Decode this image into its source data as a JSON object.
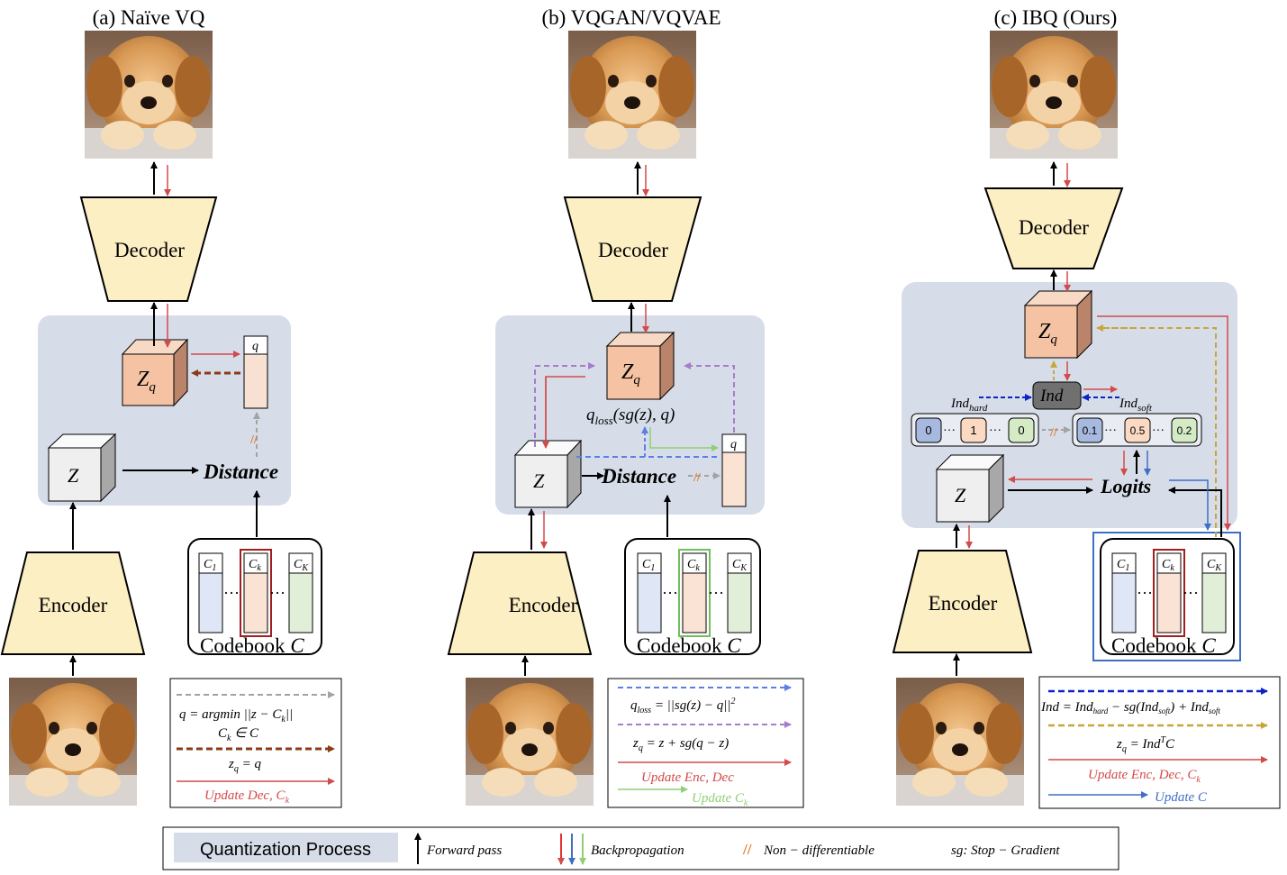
{
  "colors": {
    "panel": "#d6dde8",
    "block": "#fdefc4",
    "cube_z_front": "#efefef",
    "cube_zq_front": "#f5c3a4",
    "forward": "#000000",
    "update": "#d24a4a",
    "stopgrad_gray": "#a3a3a3",
    "copy_brown": "#8a3b16",
    "purple": "#a77ccb",
    "blue_dashed": "#5b7fe8",
    "green": "#8fcf75",
    "gold": "#c6a73b",
    "navy": "#0b22c7",
    "update_c_blue": "#3f6fc4"
  },
  "panels": [
    {
      "title": "(a) Naïve VQ",
      "decoder": "Decoder",
      "encoder": "Encoder",
      "z": "Z",
      "zq_main": "Z",
      "zq_sub": "q",
      "distance": "Distance",
      "q_label": "q",
      "codebook": {
        "label": "Codebook ",
        "sym": "C",
        "c1": "C",
        "c1_sub": "1",
        "ck": "C",
        "ck_sub": "k",
        "cK": "C",
        "cK_sub": "K",
        "dots": "···"
      },
      "legend": [
        "q = argmin ||z − C",
        "k",
        "||",
        "C",
        "k",
        " ∈ C",
        "z",
        "q",
        " = q",
        "Update Dec, C",
        "k"
      ]
    },
    {
      "title": "(b) VQGAN/VQVAE",
      "decoder": "Decoder",
      "encoder": "Encoder",
      "z": "Z",
      "zq_main": "Z",
      "zq_sub": "q",
      "distance": "Distance",
      "q_label": "q",
      "qloss_a": "q",
      "qloss_b": "loss",
      "qloss_c": "(sg(z), q)",
      "codebook": {
        "label": "Codebook ",
        "sym": "C",
        "c1": "C",
        "c1_sub": "1",
        "ck": "C",
        "ck_sub": "k",
        "cK": "C",
        "cK_sub": "K",
        "dots": "···"
      },
      "legend": [
        "q",
        "loss",
        " = ||sg(z) − q||",
        "2",
        "z",
        "q",
        " = z + sg(q − z)",
        "Update Enc, Dec",
        "Update C",
        "k"
      ]
    },
    {
      "title": "(c) IBQ (Ours)",
      "decoder": "Decoder",
      "encoder": "Encoder",
      "z": "Z",
      "zq_main": "Z",
      "zq_sub": "q",
      "ind": "Ind",
      "ind_hard": "Ind",
      "ind_hard_sub": "hard",
      "ind_soft": "Ind",
      "ind_soft_sub": "soft",
      "logits": "Logits",
      "hard_vals": [
        "0",
        "1",
        "0"
      ],
      "soft_vals": [
        "0.1",
        "0.5",
        "0.2"
      ],
      "codebook": {
        "label": "Codebook ",
        "sym": "C",
        "c1": "C",
        "c1_sub": "1",
        "ck": "C",
        "ck_sub": "k",
        "cK": "C",
        "cK_sub": "K",
        "dots": "···"
      },
      "legend": [
        "Ind = Ind",
        "hard",
        " − sg(Ind",
        "soft",
        ") + Ind",
        "soft",
        "z",
        "q",
        " = Ind",
        "T",
        "C",
        "Update Enc, Dec, C",
        "k",
        "Update C"
      ]
    }
  ],
  "bottom_legend": {
    "quantization": "Quantization Process",
    "forward": "Forward pass",
    "backprop": "Backpropagation",
    "nondiff": "Non − differentiable",
    "stopgrad": "sg: Stop − Gradient"
  }
}
